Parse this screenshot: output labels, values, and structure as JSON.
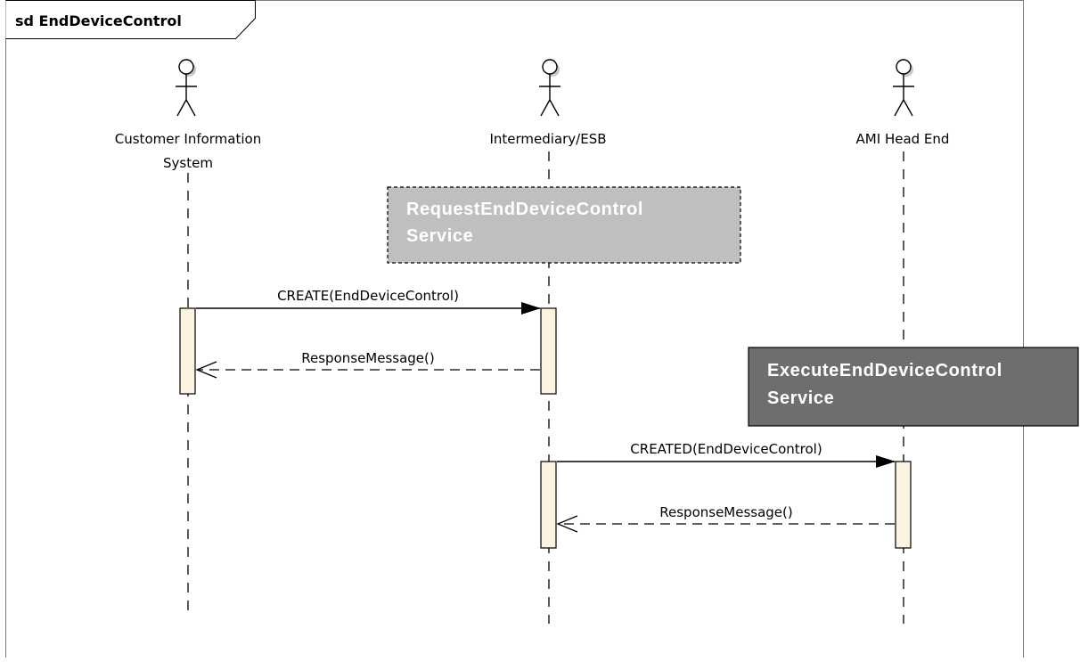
{
  "frame": {
    "title": "sd EndDeviceControl"
  },
  "lifelines": [
    {
      "id": "cis",
      "name_lines": [
        "Customer Information",
        "System"
      ]
    },
    {
      "id": "esb",
      "name_lines": [
        "Intermediary/ESB"
      ]
    },
    {
      "id": "ami",
      "name_lines": [
        "AMI Head End"
      ]
    }
  ],
  "notes": [
    {
      "lines": [
        "RequestEndDeviceControl",
        "Service"
      ],
      "fill": "#bfbfbf",
      "border": "dashed"
    },
    {
      "lines": [
        "ExecuteEndDeviceControl",
        "Service"
      ],
      "fill": "#6e6e6e",
      "border": "solid"
    }
  ],
  "messages": [
    {
      "label": "CREATE(EndDeviceControl)",
      "from": "cis",
      "to": "esb",
      "kind": "synchronous"
    },
    {
      "label": "ResponseMessage()",
      "from": "esb",
      "to": "cis",
      "kind": "reply"
    },
    {
      "label": "CREATED(EndDeviceControl)",
      "from": "esb",
      "to": "ami",
      "kind": "synchronous"
    },
    {
      "label": "ResponseMessage()",
      "from": "ami",
      "to": "esb",
      "kind": "reply"
    }
  ],
  "colors": {
    "activation_fill": "#fdf3e3",
    "actor_head_shadow": "#c8c8c8",
    "line": "#000000"
  }
}
